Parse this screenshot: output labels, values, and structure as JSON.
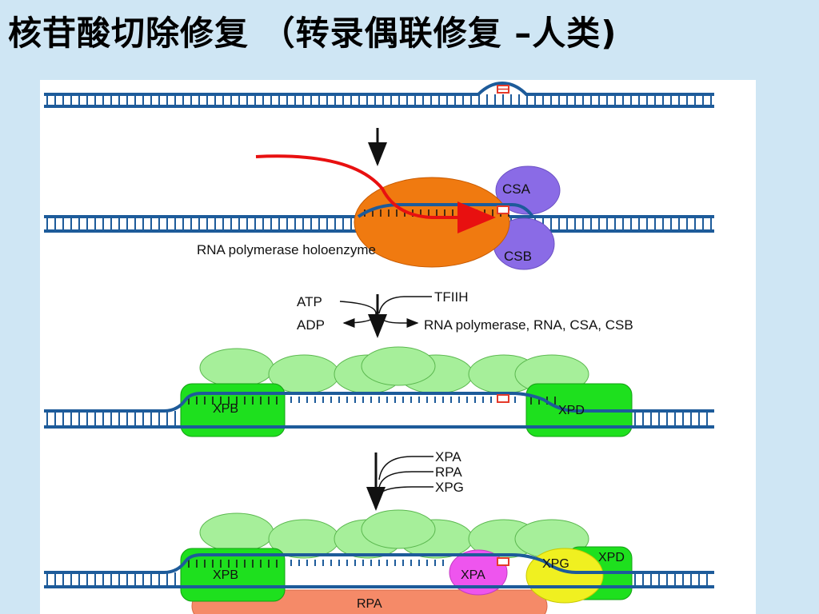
{
  "slide": {
    "title": "核苷酸切除修复 （转录偶联修复 –人类)"
  },
  "diagram": {
    "step1": {
      "csa": "CSA",
      "csb": "CSB",
      "caption": "RNA polymerase holoenzyme"
    },
    "transition1": {
      "atp": "ATP",
      "adp": "ADP",
      "tfiih": "TFIIH",
      "released": "RNA polymerase, RNA, CSA, CSB"
    },
    "step2": {
      "xpb": "XPB",
      "xpd": "XPD"
    },
    "transition2": {
      "xpa": "XPA",
      "rpa": "RPA",
      "xpg": "XPG"
    },
    "step3": {
      "xpb": "XPB",
      "xpa": "XPA",
      "xpg": "XPG",
      "xpd": "XPD",
      "rpa": "RPA"
    }
  },
  "colors": {
    "strand": "#1d5b9a",
    "damage": "#e53a2a",
    "rna_polymerase": "#f07a10",
    "csa_csb": "#8a6be6",
    "tfiih_subunit": "#a6ef9a",
    "xpb_xpd": "#1ee01e",
    "xpa": "#ee55ee",
    "xpg": "#f0f020",
    "rpa": "#f58a68",
    "rna": "#e81010"
  }
}
